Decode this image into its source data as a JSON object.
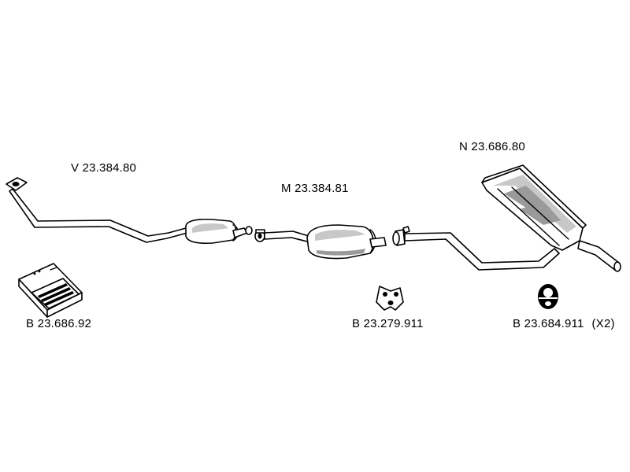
{
  "parts": {
    "front_pipe": {
      "code": "V 23.384.80"
    },
    "middle_silencer": {
      "code": "M 23.384.81"
    },
    "rear_silencer": {
      "code": "N 23.686.80"
    },
    "fitting_kit": {
      "code": "B 23.686.92"
    },
    "gasket": {
      "code": "B 23.279.911"
    },
    "rubber_mount": {
      "code": "B 23.684.911",
      "qty": "(X2)"
    }
  },
  "colors": {
    "outline": "#000000",
    "shade": "#c8c8c8",
    "dark_shade": "#9a9a9a",
    "background": "#ffffff"
  }
}
